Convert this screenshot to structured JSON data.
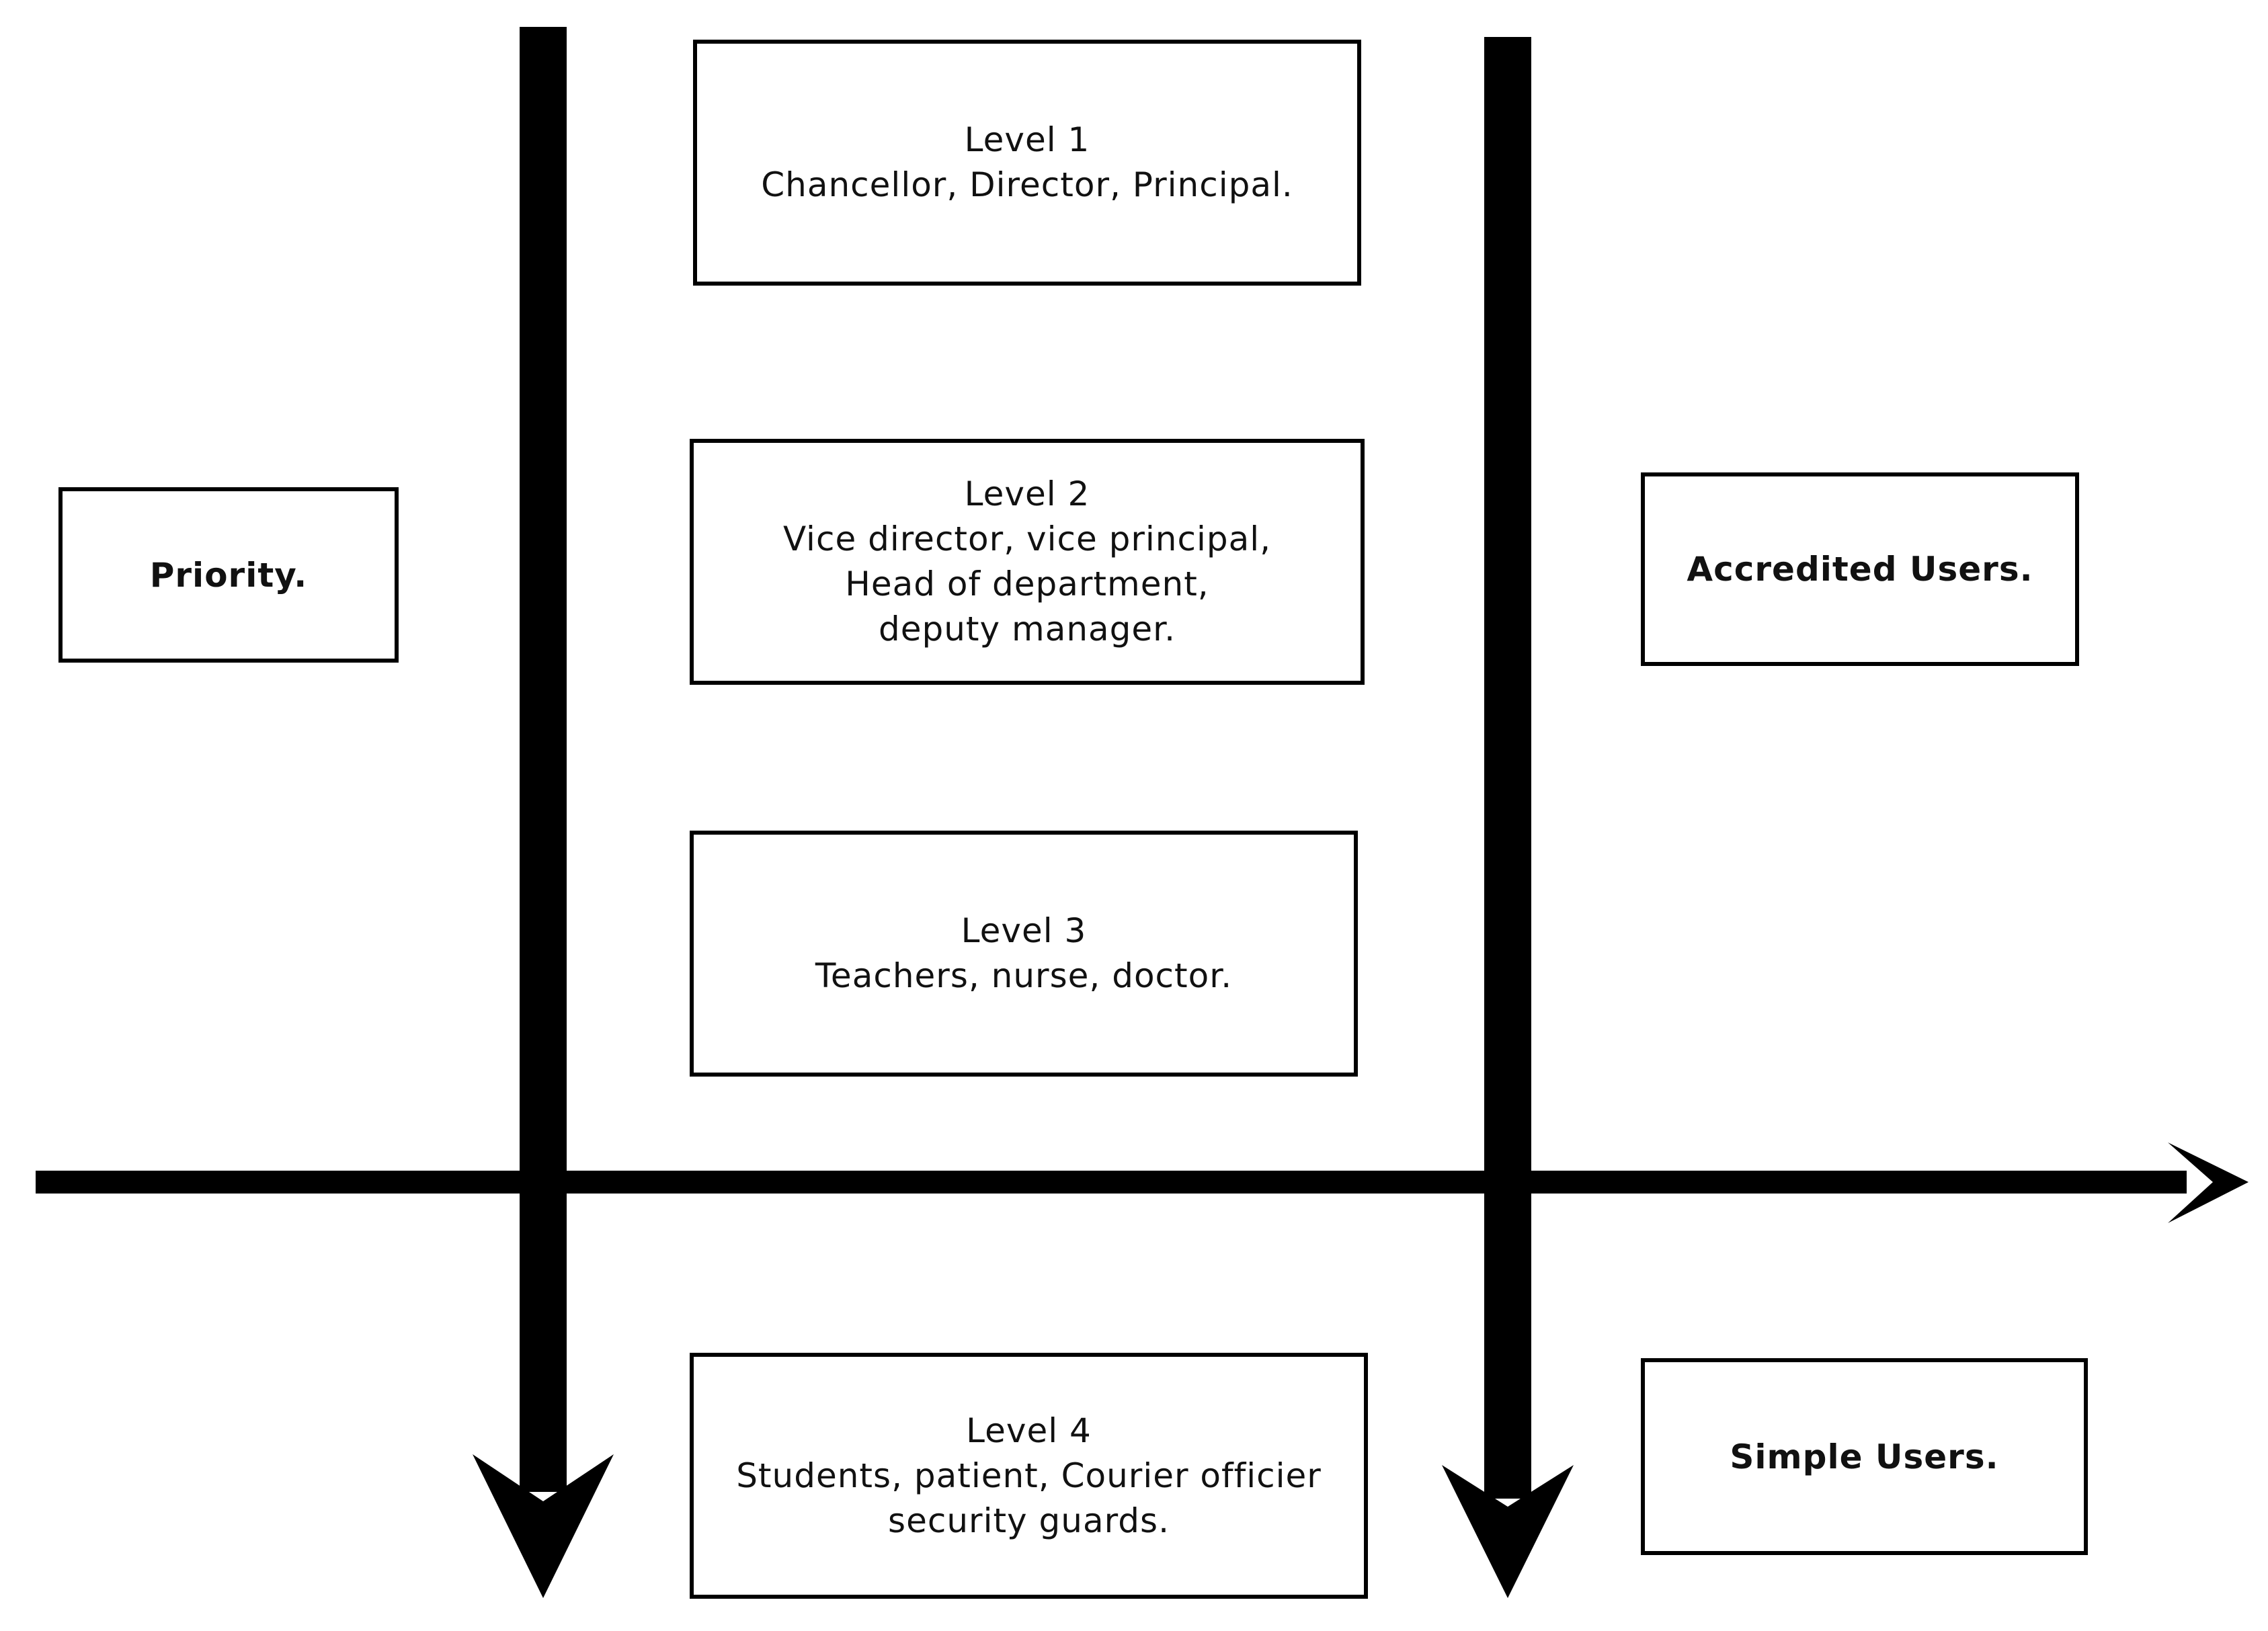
{
  "levels": [
    {
      "title": "Level 1",
      "lines": [
        "Chancellor, Director, Principal."
      ]
    },
    {
      "title": "Level 2",
      "lines": [
        "Vice director, vice principal,",
        "Head of department,",
        "deputy manager."
      ]
    },
    {
      "title": "Level 3",
      "lines": [
        "Teachers, nurse, doctor."
      ]
    },
    {
      "title": "Level 4",
      "lines": [
        "Students, patient, Courier officier",
        "security guards."
      ]
    }
  ],
  "labels": {
    "priority": "Priority.",
    "accredited": "Accredited Users.",
    "simple": "Simple Users."
  },
  "colors": {
    "stroke": "#000000",
    "background": "#ffffff"
  }
}
